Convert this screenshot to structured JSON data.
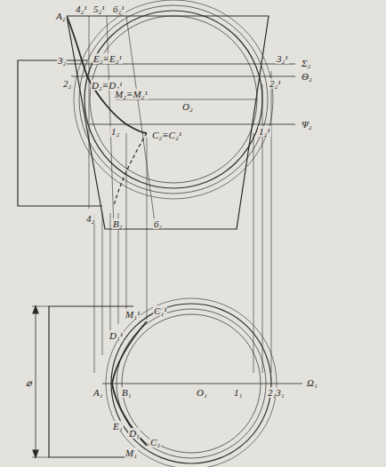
{
  "diagram": {
    "labels": [
      "A₂",
      "4₂¹",
      "5₂¹",
      "6₂¹",
      "3₂",
      "E₂≡E₂¹",
      "2₂",
      "D₂≡D₂¹",
      "M₂≡M₂¹",
      "O₂",
      "1₂",
      "C₂≡C₂¹",
      "Σ₂",
      "Θ₂",
      "Ψ₂",
      "3₂¹",
      "2₂¹",
      "1₂¹",
      "4₂",
      "B₂",
      "6₂",
      "M₁¹",
      "C₁¹",
      "D₁¹",
      "A₁",
      "B₁",
      "O₁",
      "1₁",
      "2₁3₁",
      "Ω₁",
      "E₁",
      "D₁",
      "C₁",
      "M₁",
      "⌀"
    ]
  }
}
